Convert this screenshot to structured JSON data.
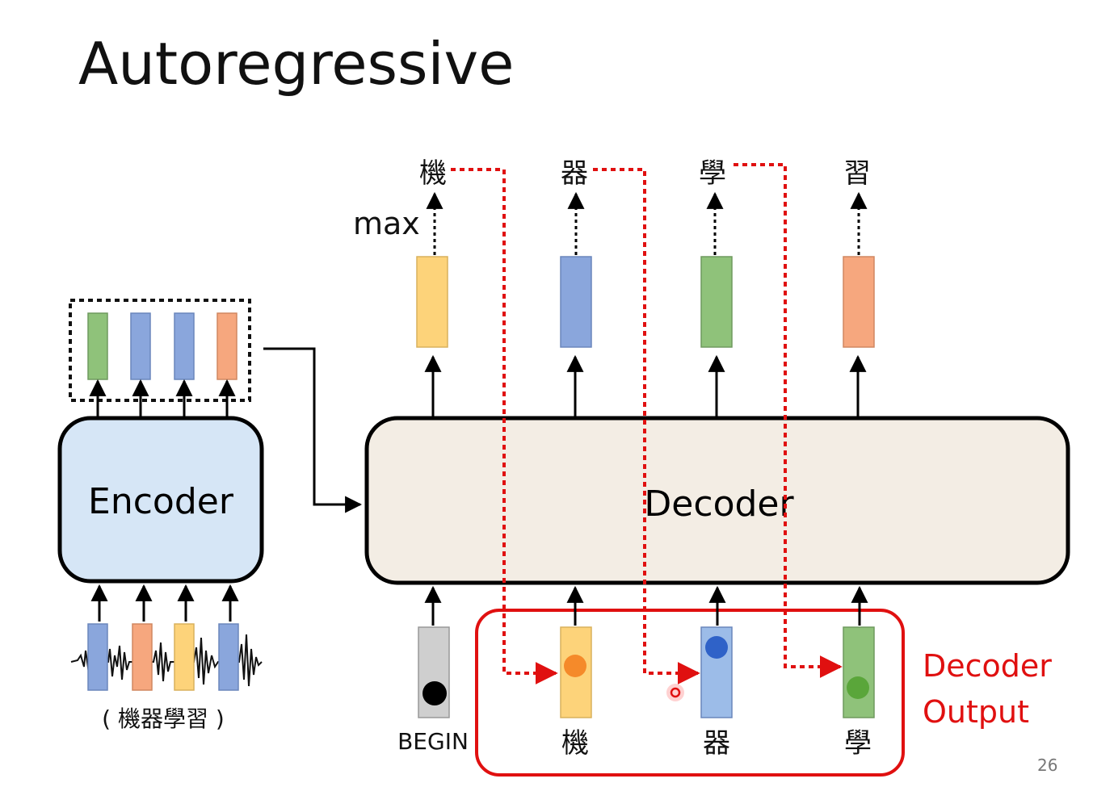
{
  "title": "Autoregressive",
  "encoder_label": "Encoder",
  "decoder_label": "Decoder",
  "max_label": "max",
  "audio_caption": "( 機器學習 )",
  "begin_label": "BEGIN",
  "output_chars": [
    "機",
    "器",
    "學",
    "習"
  ],
  "input_chars": [
    "機",
    "器",
    "學"
  ],
  "decoder_output_label": [
    "Decoder",
    "Output"
  ],
  "page_number": "26",
  "colors": {
    "green": "#8fc27a",
    "blue": "#8aa6dc",
    "orange": "#f6a77e",
    "yellow": "#fdd37a",
    "gray": "#cfcfcf",
    "red": "#e01010",
    "encoder_fill": "#d6e6f6",
    "decoder_fill": "#f3ede4"
  }
}
